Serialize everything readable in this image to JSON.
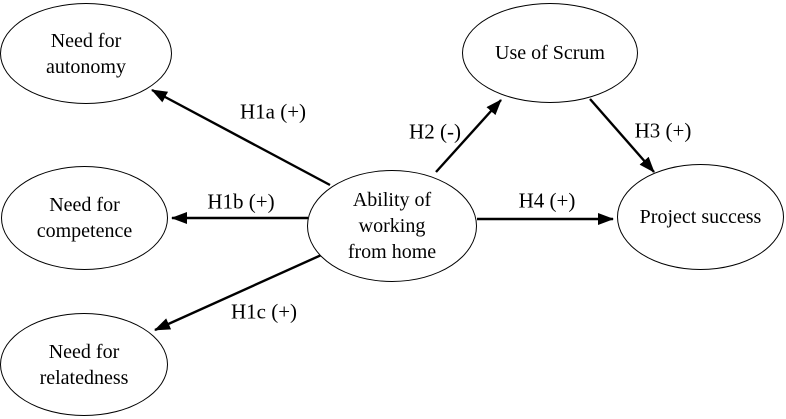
{
  "diagram": {
    "background_color": "#ffffff",
    "stroke_color": "#000000",
    "text_color": "#000000",
    "nodes": [
      {
        "id": "need-autonomy",
        "label": "Need for\nautonomy"
      },
      {
        "id": "need-competence",
        "label": "Need for\ncompetence"
      },
      {
        "id": "need-relatedness",
        "label": "Need for\nrelatedness"
      },
      {
        "id": "ability-wfh",
        "label": "Ability of\nworking\nfrom home"
      },
      {
        "id": "use-of-scrum",
        "label": "Use of Scrum"
      },
      {
        "id": "project-success",
        "label": "Project success"
      }
    ],
    "edges": [
      {
        "id": "h1a",
        "label": "H1a (+)",
        "from": "ability-wfh",
        "to": "need-autonomy"
      },
      {
        "id": "h1b",
        "label": "H1b (+)",
        "from": "ability-wfh",
        "to": "need-competence"
      },
      {
        "id": "h1c",
        "label": "H1c (+)",
        "from": "ability-wfh",
        "to": "need-relatedness"
      },
      {
        "id": "h2",
        "label": "H2 (-)",
        "from": "ability-wfh",
        "to": "use-of-scrum"
      },
      {
        "id": "h3",
        "label": "H3 (+)",
        "from": "use-of-scrum",
        "to": "project-success"
      },
      {
        "id": "h4",
        "label": "H4 (+)",
        "from": "ability-wfh",
        "to": "project-success"
      }
    ]
  }
}
